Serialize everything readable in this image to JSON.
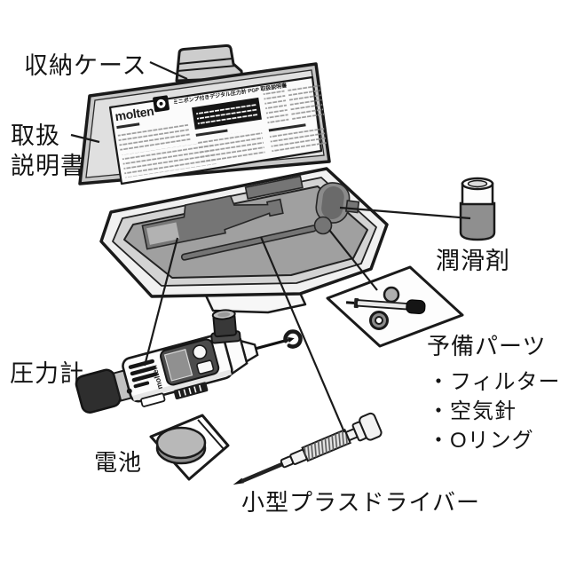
{
  "figure": {
    "type": "labeled-parts-diagram",
    "brand": "molten",
    "manual_title": "ミニポンプ付きデジタル圧力計 PGP 取扱説明書",
    "labels": {
      "storage_case": "収納ケース",
      "manual_line1": "取扱",
      "manual_line2": "説明書",
      "lubricant": "潤滑剤",
      "pressure_gauge": "圧力計",
      "battery": "電池",
      "screwdriver": "小型プラスドライバー",
      "spare_parts": {
        "title": "予備パーツ",
        "items": [
          "・フィルター",
          "・空気針",
          "・Oリング"
        ]
      }
    },
    "colors": {
      "outline": "#1a1a1a",
      "case_lid": "#c7c7c7",
      "lid_inner": "#e0e0e0",
      "manual_paper": "#fbfbfb",
      "tray": "#f1f1f1",
      "tray_ledge": "#d3d3d3",
      "foam": "#a0a0a0",
      "foam_cutout": "#757575",
      "gauge_panel": "#4c4c4c",
      "handle_dark": "#2e2e2e",
      "bottle_body": "#8f8f8f",
      "battery_cell": "#b8b8b8"
    }
  }
}
